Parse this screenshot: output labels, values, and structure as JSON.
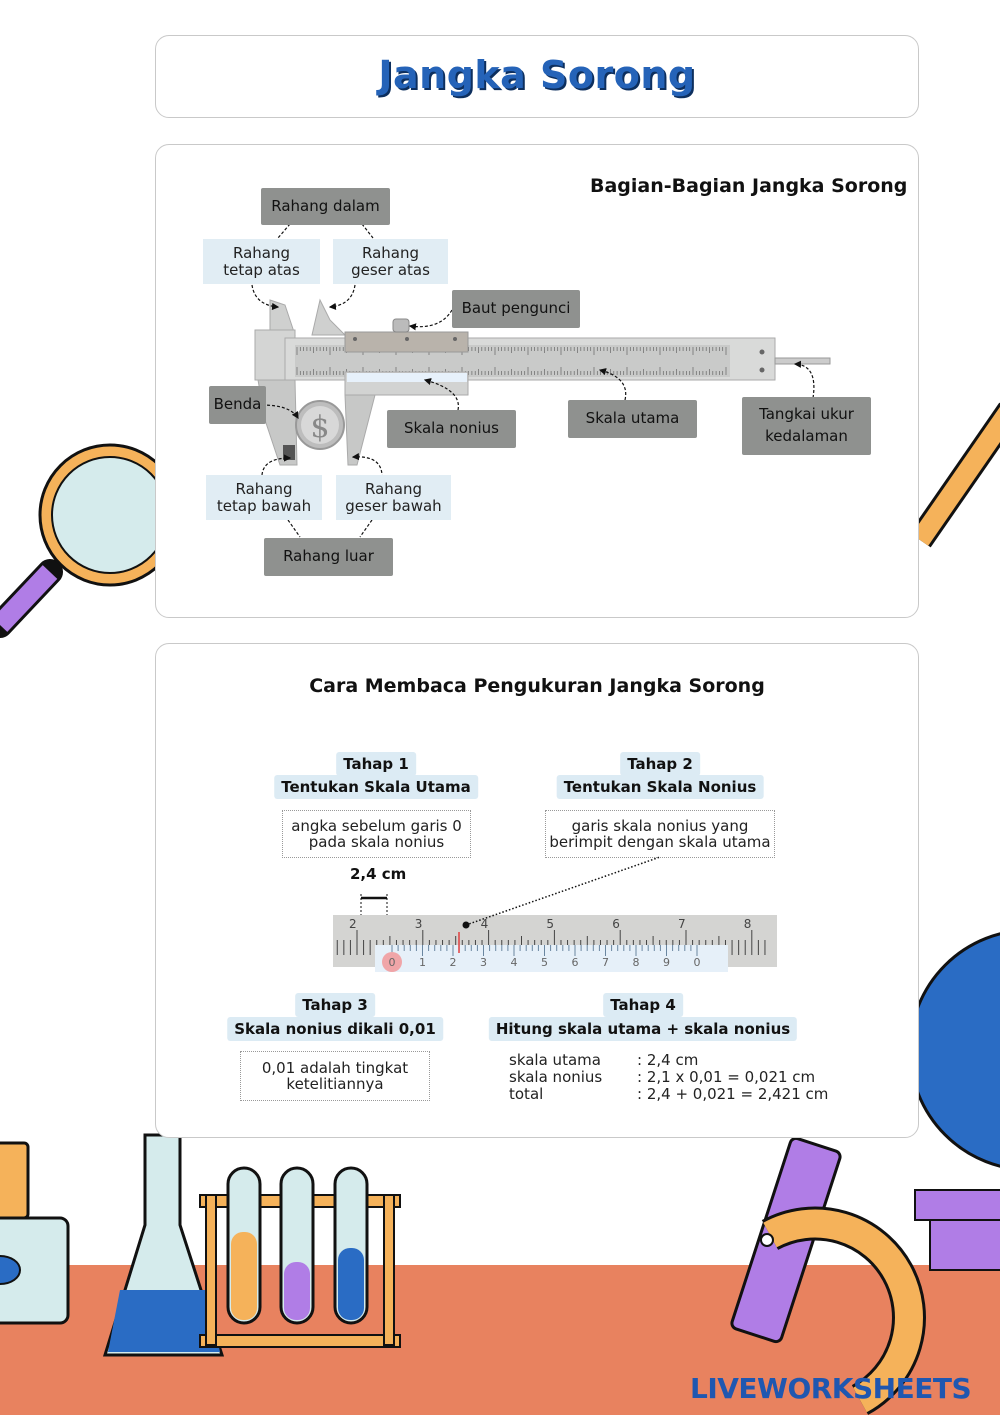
{
  "header": {
    "title": "Jangka Sorong"
  },
  "parts": {
    "heading": "Bagian-Bagian Jangka Sorong",
    "labels": {
      "rahang_dalam": "Rahang dalam",
      "rahang_tetap_atas": [
        "Rahang",
        "tetap atas"
      ],
      "rahang_geser_atas": [
        "Rahang",
        "geser atas"
      ],
      "baut_pengunci": "Baut pengunci",
      "benda": "Benda",
      "skala_nonius": "Skala nonius",
      "skala_utama": "Skala utama",
      "tangkai": [
        "Tangkai ukur",
        "kedalaman"
      ],
      "rahang_tetap_bawah": [
        "Rahang",
        "tetap bawah"
      ],
      "rahang_geser_bawah": [
        "Rahang",
        "geser bawah"
      ],
      "rahang_luar": "Rahang luar"
    }
  },
  "reading": {
    "heading": "Cara Membaca Pengukuran Jangka Sorong",
    "steps": [
      {
        "tag": "Tahap 1",
        "title": "Tentukan Skala Utama",
        "note": [
          "angka sebelum garis 0",
          "pada skala nonius"
        ]
      },
      {
        "tag": "Tahap 2",
        "title": "Tentukan Skala Nonius",
        "note": [
          "garis skala nonius yang",
          "berimpit dengan skala utama"
        ]
      },
      {
        "tag": "Tahap 3",
        "title": "Skala nonius dikali 0,01",
        "note": [
          "0,01 adalah tingkat",
          "ketelitiannya"
        ]
      },
      {
        "tag": "Tahap 4",
        "title": "Hitung skala utama + skala nonius"
      }
    ],
    "measure_label": "2,4 cm",
    "main_scale": [
      "2",
      "3",
      "4",
      "5",
      "6",
      "7",
      "8"
    ],
    "nonius_scale": [
      "0",
      "1",
      "2",
      "3",
      "4",
      "5",
      "6",
      "7",
      "8",
      "9",
      "0"
    ],
    "calc": [
      {
        "k": "skala utama",
        "v": ": 2,4 cm"
      },
      {
        "k": "skala nonius",
        "v": ": 2,1 x 0,01 = 0,021 cm"
      },
      {
        "k": "total",
        "v": ": 2,4 + 0,021 = 2,421 cm"
      }
    ]
  },
  "watermark": {
    "text": "LIVEWORKSHEETS"
  },
  "colors": {
    "title": "#2563b8",
    "floor": "#e8825f",
    "label_bg": "#e1edf4",
    "gray_box": "#8f918f"
  }
}
